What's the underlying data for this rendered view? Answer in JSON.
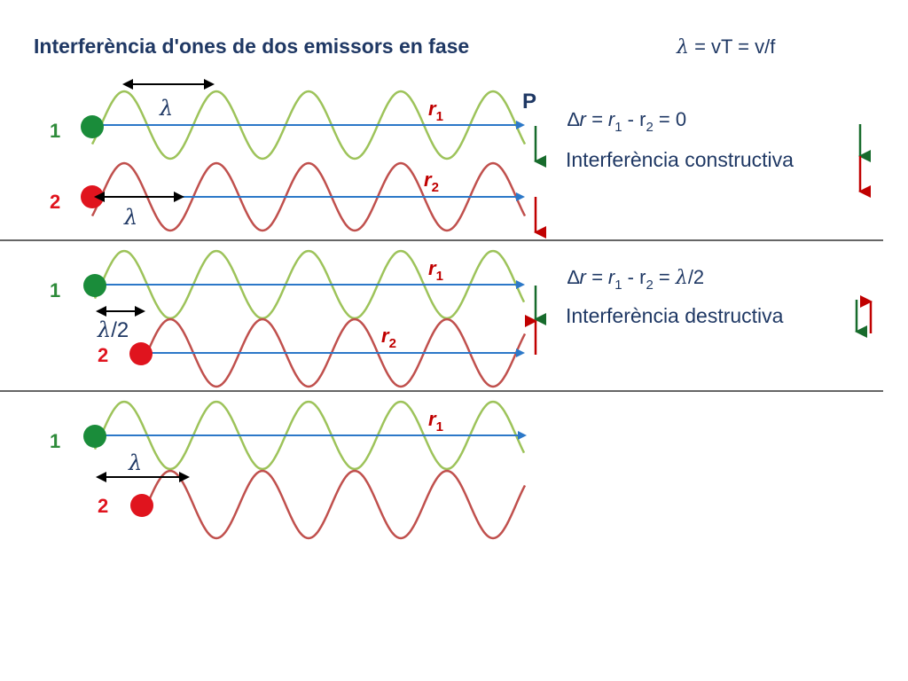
{
  "title": "Interferència d'ones de dos emissors en fase",
  "formula": {
    "lambda": "λ",
    "rest": " = vT = v/f"
  },
  "point_label": "P",
  "source_1": "1",
  "source_2": "2",
  "r1": {
    "base": "r",
    "sub": "1"
  },
  "r2": {
    "base": "r",
    "sub": "2"
  },
  "lambda_symbol": "λ",
  "half_lambda": {
    "lambda": "λ",
    "rest": "/2"
  },
  "constructive": {
    "delta": "∆",
    "eq_pre": "r = r",
    "sub1": "1",
    "mid": " - r",
    "sub2": "2",
    "result": " = 0",
    "label": "Interferència constructiva"
  },
  "destructive": {
    "delta": "∆",
    "eq_pre": "r = r",
    "sub1": "1",
    "mid": " - r",
    "sub2": "2",
    "result_pre": " = ",
    "result_lambda": "λ",
    "result_post": "/2",
    "label": "Interferència destructiva"
  },
  "colors": {
    "wave_green": "#9dc35a",
    "wave_red": "#c0504d",
    "source_green": "#1a8c3a",
    "source_red": "#e0141e",
    "ray_blue": "#2c78c8",
    "arrow_green": "#176b2c",
    "arrow_red": "#c00000",
    "title_navy": "#1f3864",
    "label_green": "#2e8b3a",
    "label_red": "#e0141e"
  }
}
